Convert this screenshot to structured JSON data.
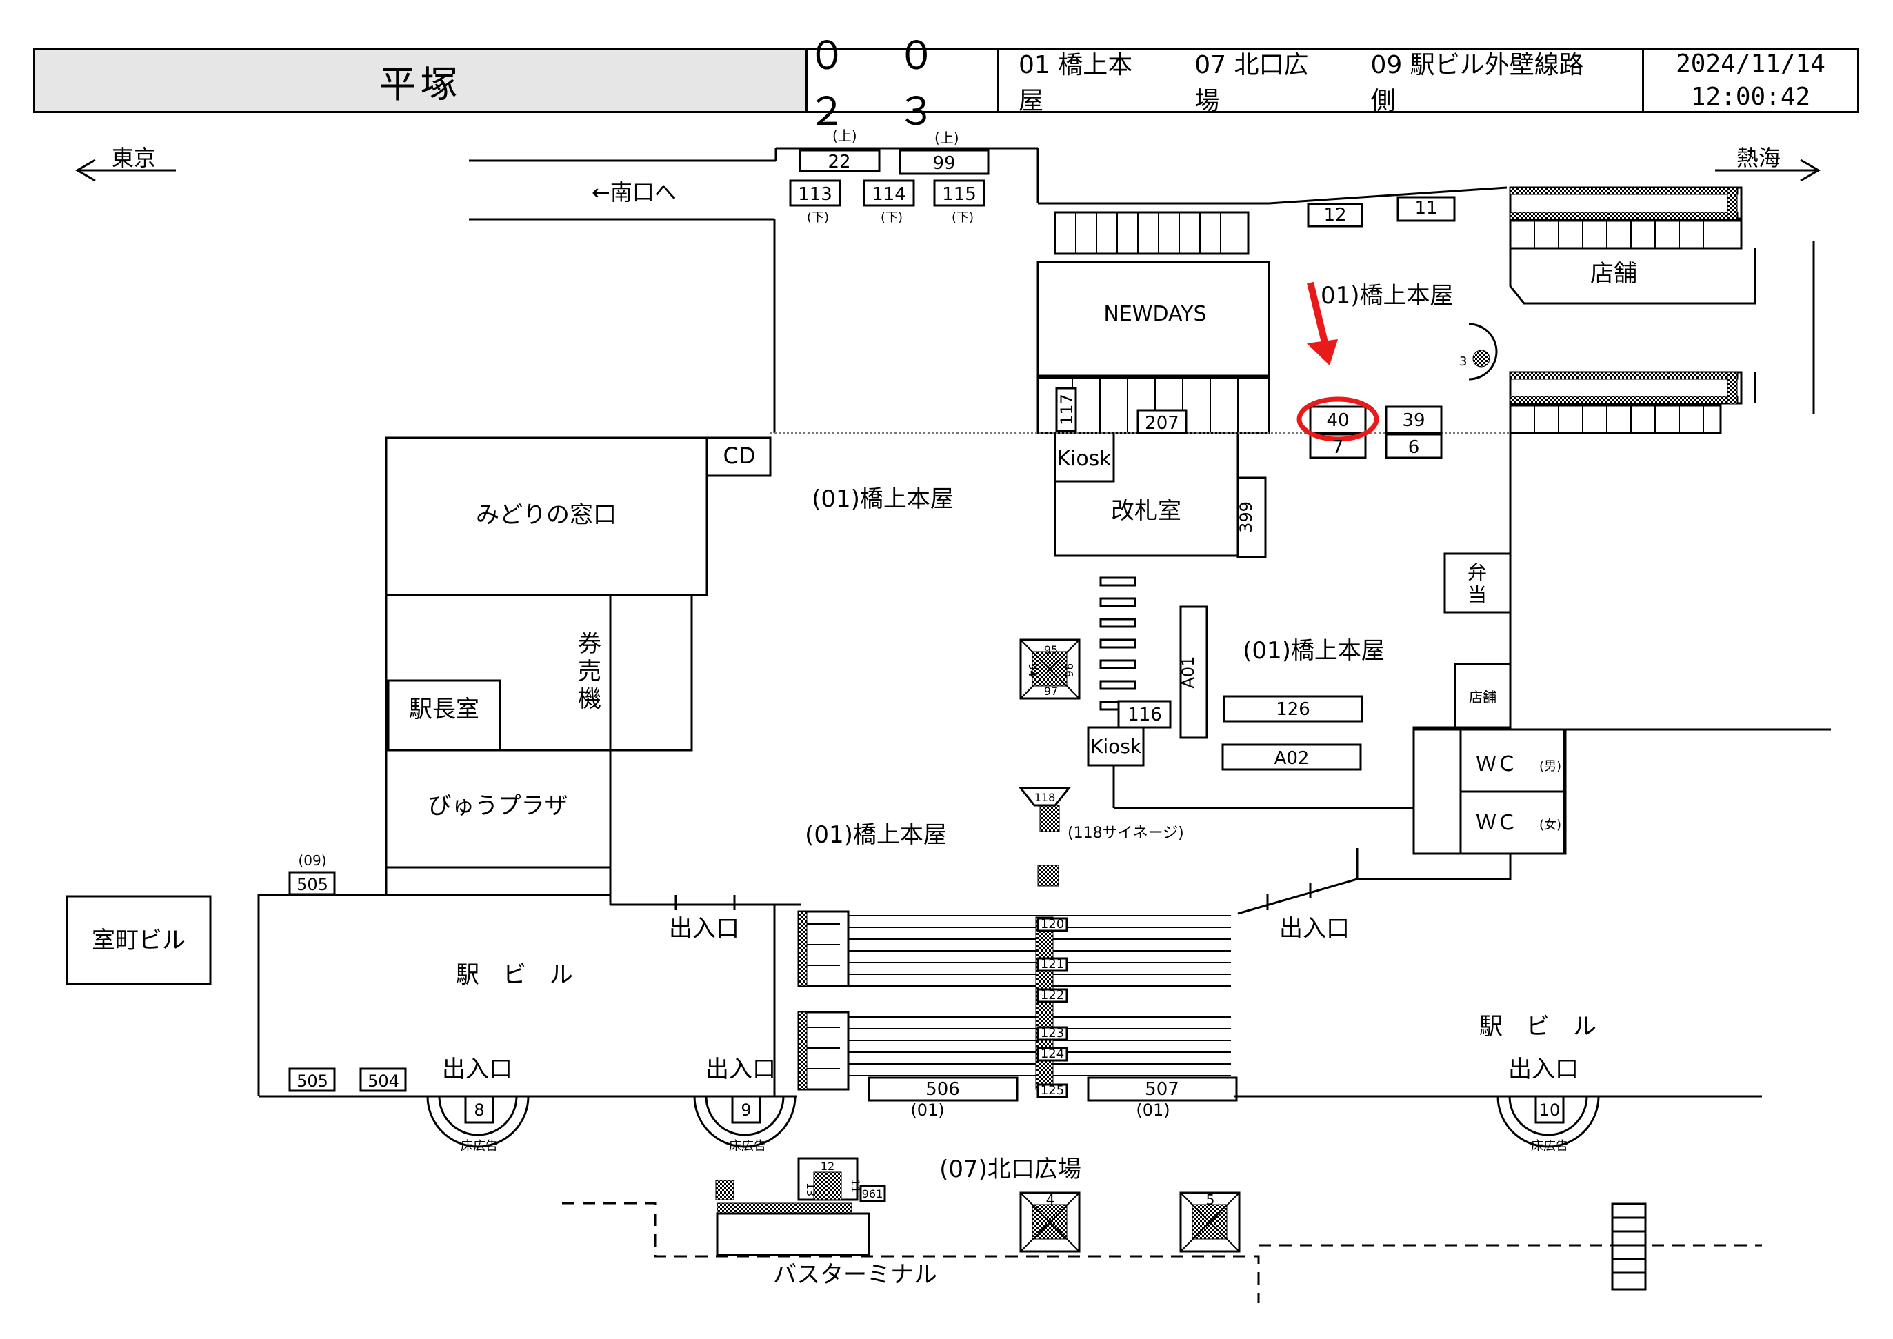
{
  "header": {
    "station": "平塚",
    "code": "０ ０ ２ ３",
    "areas": [
      "01 橋上本屋",
      "07 北口広場",
      "09 駅ビル外壁線路側"
    ],
    "date": "2024/11/14",
    "time": "12:00:42"
  },
  "direction": {
    "left": "東京",
    "right": "熱海"
  },
  "labels": {
    "south_exit": "←南口へ",
    "newdays": "NEWDAYS",
    "shop": "店舗",
    "cd": "CD",
    "midori": "みどりの窓口",
    "ticket_machine": [
      "券",
      "売",
      "機"
    ],
    "station_master": "駅長室",
    "view_plaza": "びゅうプラザ",
    "kiosk": "Kiosk",
    "ticket_office": "改札室",
    "bento": [
      "弁",
      "当"
    ],
    "small_shop": "店舗",
    "wc_male": "ＷＣ",
    "wc_male_tag": "(男)",
    "wc_female": "ＷＣ",
    "wc_female_tag": "(女)",
    "muromachi": "室町ビル",
    "station_building": "駅　ビ　ル",
    "entrance": "出入口",
    "floor_ad": "床広告",
    "north_plaza": "(07)北口広場",
    "bus_terminal": "バスターミナル",
    "area01_a": "01)橋上本屋",
    "area01": "(01)橋上本屋",
    "signage_118": "(118サイネージ)",
    "up": "(上)",
    "down": "(下)",
    "area09": "(09)",
    "area01_short": "(01)"
  },
  "ad_numbers": {
    "top_up": [
      "22",
      "99"
    ],
    "top_down": [
      "113",
      "114",
      "115"
    ],
    "upper_right": [
      "12",
      "11"
    ],
    "highlighted": "40",
    "near_highlight": [
      "39",
      "7",
      "6"
    ],
    "pillar_upper": "3",
    "stairs": [
      "117",
      "207"
    ],
    "ticket_office_side": "399",
    "column_a": [
      "95",
      "94",
      "96",
      "97"
    ],
    "kiosk_side": "116",
    "panels": [
      "A01",
      "126",
      "A02"
    ],
    "signage": "118",
    "corridor": [
      "120",
      "121",
      "122",
      "123",
      "124",
      "125"
    ],
    "bottom_boards": [
      "506",
      "507"
    ],
    "west_building": [
      "505",
      "505",
      "504"
    ],
    "floor_ads": [
      "8",
      "9",
      "10"
    ],
    "plaza_pillars": [
      "12",
      "13",
      "11",
      "961",
      "4",
      "5"
    ]
  },
  "colors": {
    "highlight": "#e81a1a",
    "header_bg": "#e6e6e6"
  }
}
